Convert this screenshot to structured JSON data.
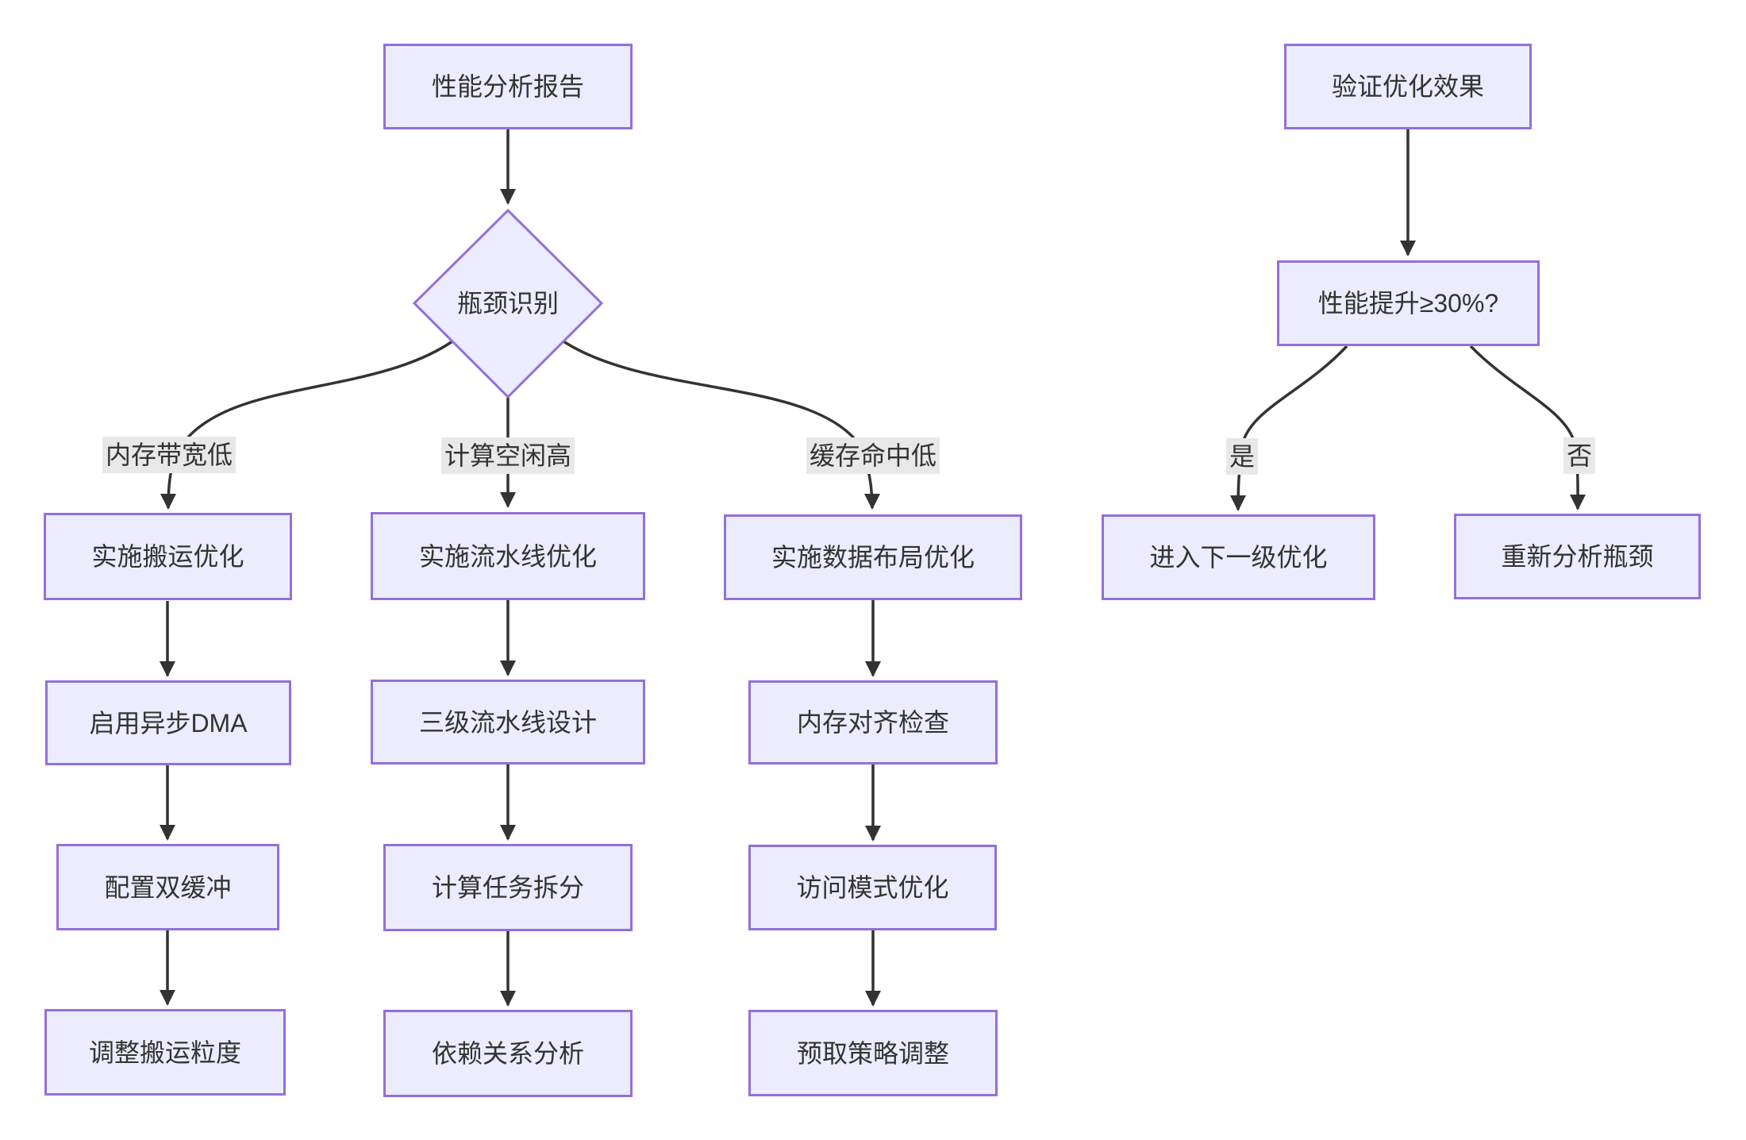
{
  "colors": {
    "node_fill": "#ECECFF",
    "node_border": "#9370DB",
    "edge": "#333333",
    "label_bg": "#e8e8e8",
    "text": "#333333"
  },
  "flows": {
    "optimization": {
      "start": "性能分析报告",
      "decision": "瓶颈识别",
      "branches": [
        {
          "condition": "内存带宽低",
          "steps": [
            "实施搬运优化",
            "启用异步DMA",
            "配置双缓冲",
            "调整搬运粒度"
          ]
        },
        {
          "condition": "计算空闲高",
          "steps": [
            "实施流水线优化",
            "三级流水线设计",
            "计算任务拆分",
            "依赖关系分析"
          ]
        },
        {
          "condition": "缓存命中低",
          "steps": [
            "实施数据布局优化",
            "内存对齐检查",
            "访问模式优化",
            "预取策略调整"
          ]
        }
      ]
    },
    "verification": {
      "start": "验证优化效果",
      "decision": "性能提升≥30%?",
      "branches": [
        {
          "condition": "是",
          "steps": [
            "进入下一级优化"
          ]
        },
        {
          "condition": "否",
          "steps": [
            "重新分析瓶颈"
          ]
        }
      ]
    }
  }
}
